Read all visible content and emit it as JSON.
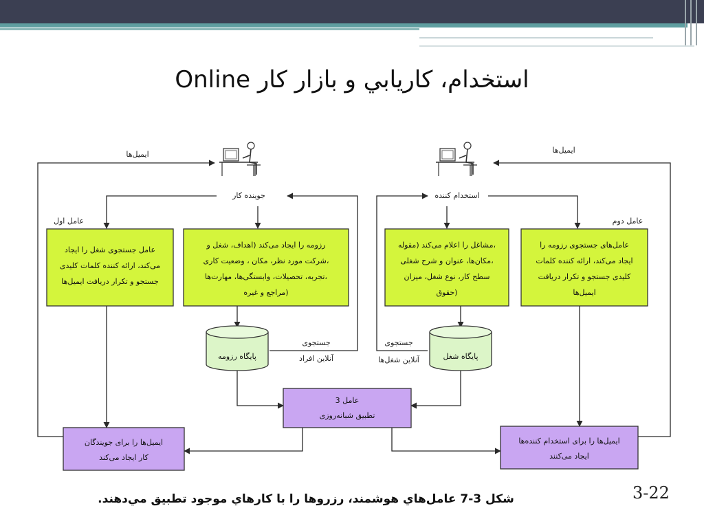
{
  "slide": {
    "title": "استخدام، كاريابي و بازار كار Online",
    "caption": "شكل 3-7 عامل‌هاي هوشمند، رزروها را با كارهاي موجود تطبيق مي‌دهند.",
    "page_number": "3-22"
  },
  "diagram": {
    "actors": {
      "job_seeker": "جوینده کار",
      "employer": "استخدام کننده"
    },
    "edge_labels": {
      "emails_left": "ایمیل‌ها",
      "emails_right": "ایمیل‌ها",
      "agent1": "عامل اول",
      "agent2": "عامل دوم",
      "search_people": [
        "جستجوی",
        "آنلاین افراد"
      ],
      "search_jobs": [
        "جستجوی",
        "آنلاین شغل‌ها"
      ]
    },
    "boxes": {
      "agent1_box": [
        "عامل جستجوی شغل را ایجاد",
        "می‌کند، ارائه کننده کلمات کلیدی",
        "جستجو و تکرار دریافت ایمیل‌ها"
      ],
      "resume_box": [
        "رزومه را ایجاد می‌کند (اهداف، شغل و",
        "شرکت مورد نظر، مکان ، وضعیت کاری،",
        "تجربه، تحصیلات، وابستگی‌ها، مهارت‌ها،",
        "مراجع و غیره)"
      ],
      "jobs_box": [
        "مشاغل را اعلام می‌کند (مقوله،",
        "مکان‌ها، عنوان و شرح شغلی،",
        "سطح کار، نوع شغل، میزان",
        "حقوق)"
      ],
      "agent2_box": [
        "عامل‌های جستجوی رزومه را",
        "ایجاد می‌کند، ارائه کننده کلمات",
        "کلیدی جستجو و تکرار دریافت",
        "ایمیل‌ها"
      ],
      "agent3_box": [
        "عامل 3",
        "تطبیق شبانه‌روزی"
      ],
      "seeker_email_box": [
        "ایمیل‌ها را برای جویندگان",
        "کار ایجاد می‌کند"
      ],
      "employer_email_box": [
        "ایمیل‌ها را برای استخدام کننده‌ها",
        "ایجاد می‌کنند"
      ]
    },
    "databases": {
      "resume_db": "پایگاه رزومه",
      "jobs_db": "پایگاه شغل"
    },
    "colors": {
      "green_box": "#d4f53c",
      "purple_box": "#c9a6f2",
      "db_fill": "#dcf5c8",
      "line": "#2a2a2a"
    }
  }
}
